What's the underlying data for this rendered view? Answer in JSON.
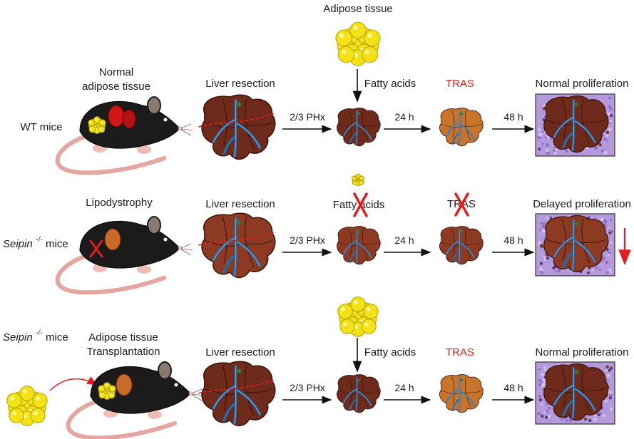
{
  "top_label": "Adipose tissue",
  "row1": {
    "mouse_label": "WT mice",
    "tissue_label_1": "Normal",
    "tissue_label_2": "adipose tissue",
    "resection_label": "Liver resection",
    "surgery_label": "2/3 PHx",
    "fatty_acids_label": "Fatty acids",
    "tras_label": "TRAS",
    "time1_label": "24 h",
    "time2_label": "48 h",
    "outcome_label": "Normal proliferation"
  },
  "row2": {
    "mouse_label_gene": "Seipin",
    "mouse_label_sup": "-/-",
    "mouse_label_suffix": " mice",
    "tissue_label": "Lipodystrophy",
    "resection_label": "Liver resection",
    "surgery_label": "2/3 PHx",
    "fatty_acids_label": "Fatty acids",
    "tras_label": "TRAS",
    "time1_label": "24 h",
    "time2_label": "48 h",
    "outcome_label": "Delayed proliferation"
  },
  "row3": {
    "mouse_label_gene": "Seipin",
    "mouse_label_sup": "-/-",
    "mouse_label_suffix": " mice",
    "tissue_label_1": "Adipose tissue",
    "tissue_label_2": "Transplantation",
    "resection_label": "Liver resection",
    "surgery_label": "2/3 PHx",
    "fatty_acids_label": "Fatty acids",
    "tras_label": "TRAS",
    "time1_label": "24 h",
    "time2_label": "48 h",
    "outcome_label": "Normal proliferation"
  },
  "colors": {
    "tras": "#e41e1e",
    "fat": "#f2e216",
    "liver_dark": "#6e2a1b",
    "liver_mid": "#8c3a22",
    "liver_orange": "#c8742b",
    "vessel": "#1f6fb3",
    "histology": "#9b7fc8"
  }
}
